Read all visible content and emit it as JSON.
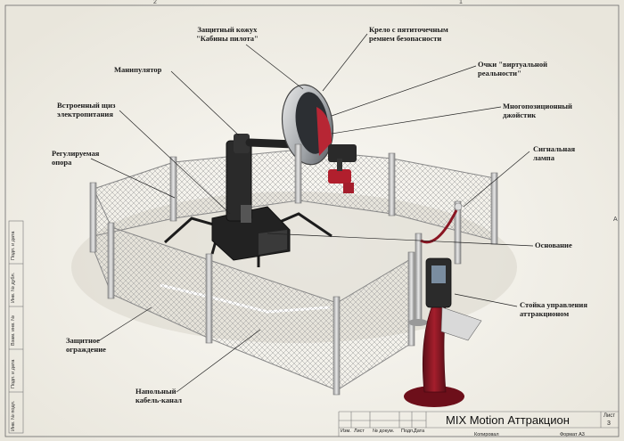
{
  "drawing": {
    "title": "MIX Motion Аттракцион",
    "sheet_label": "Лист",
    "sheet_number": "3",
    "format": "Формат А3",
    "copied": "Копировал",
    "zone_top_left": "2",
    "zone_top_right": "1",
    "zone_right": "A"
  },
  "title_block": {
    "headers": [
      "Изм.",
      "Лист",
      "№ докум.",
      "Подп.",
      "Дата"
    ]
  },
  "side_strip": {
    "cells": [
      "Подп. и дата",
      "Инв. № дубл.",
      "Взам. инв. №",
      "Подп. и дата",
      "Инв. № подл."
    ]
  },
  "callouts": {
    "cockpit_cover": "Защитный кожух\n\"Кабины пилота\"",
    "seat": "Крело с пятиточечным\nремнем безопасности",
    "manipulator": "Манипулятор",
    "vr_glasses": "Очки \"виртуальной\nреальности\"",
    "power_panel": "Встроенный щиз\nэлектропитания",
    "joystick": "Многопозиционный\nджойстик",
    "adjustable_support": "Регулируемая\nопора",
    "signal_lamp": "Сигнальная\nлампа",
    "base": "Основание",
    "control_stand": "Стойка управления\nаттракционом",
    "fence": "Защитное\nограждение",
    "cable_channel": "Напольный\nкабель-канал"
  }
}
